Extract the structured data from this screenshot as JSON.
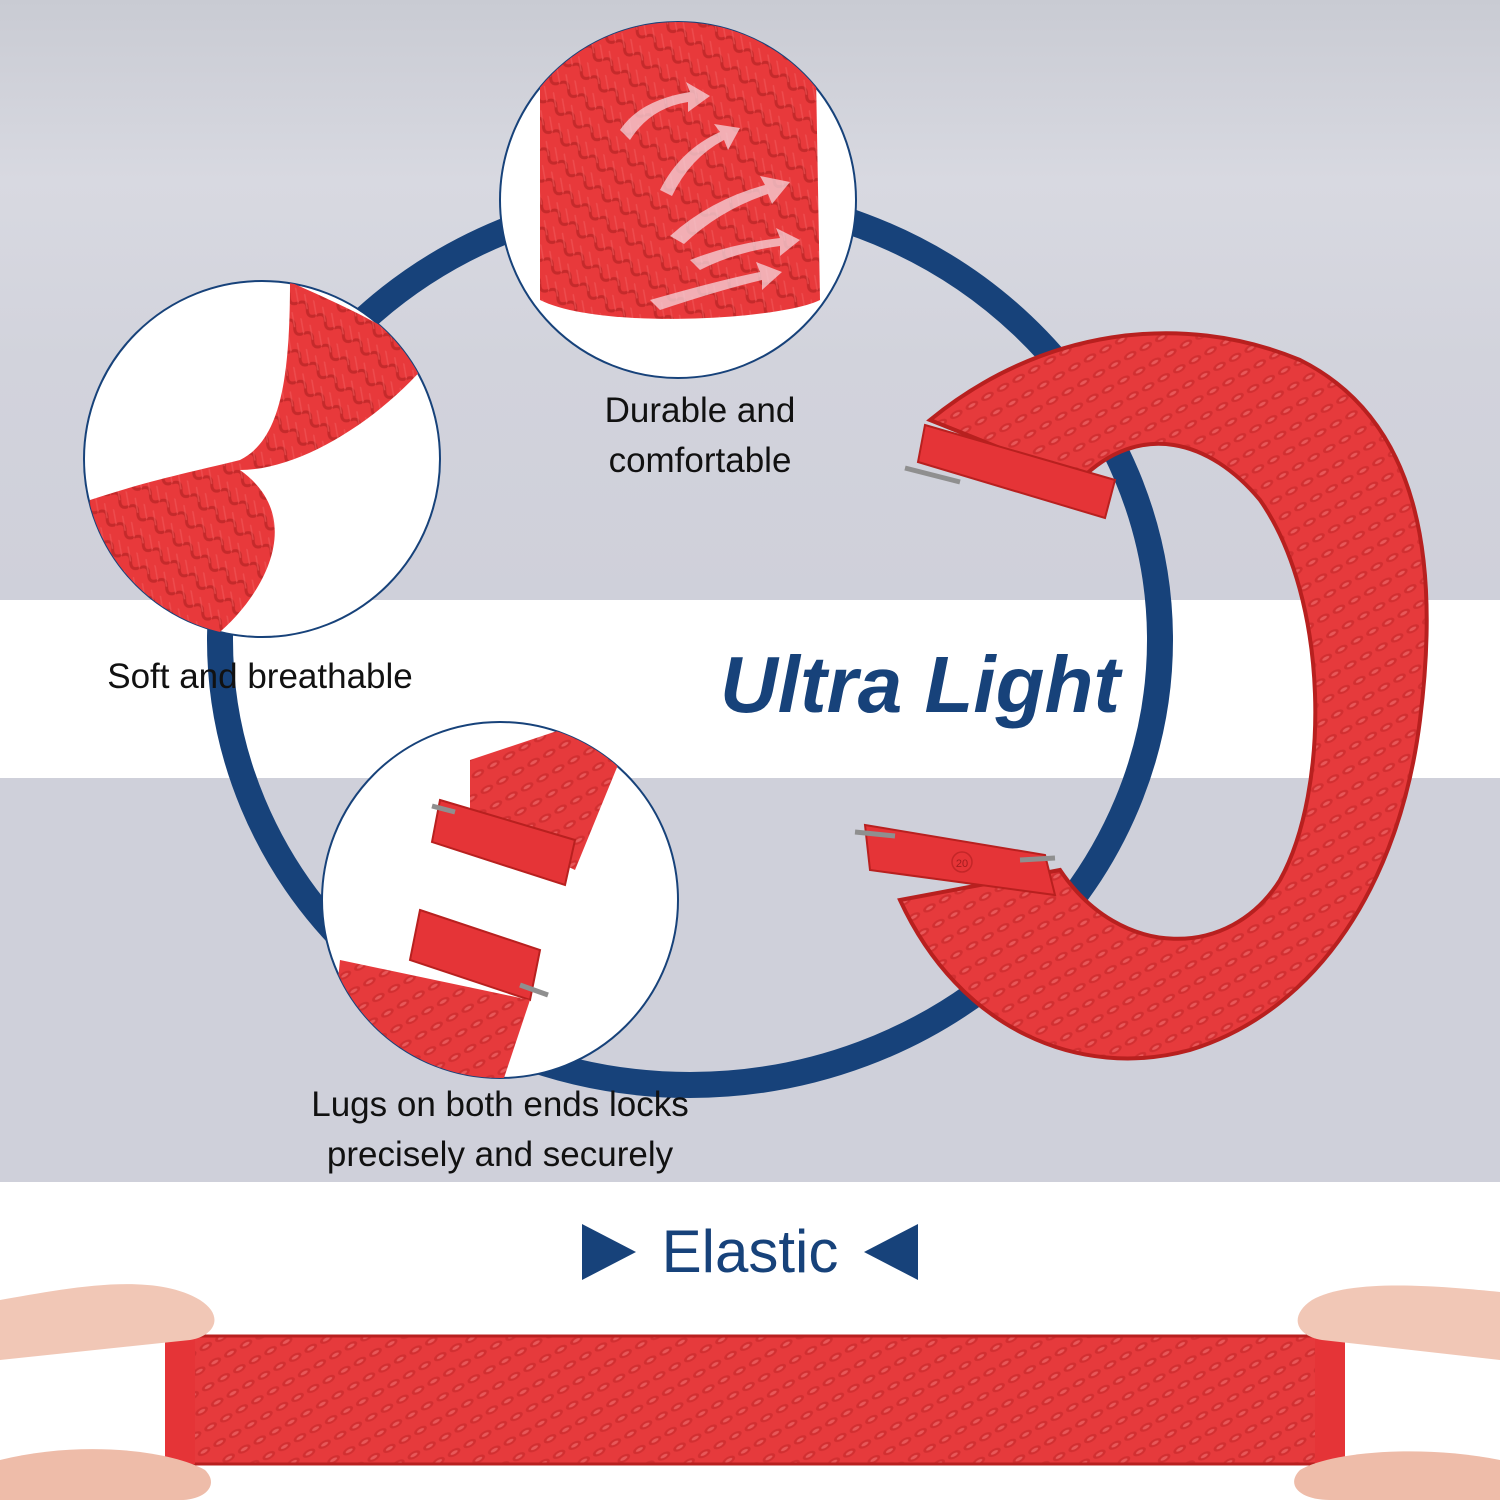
{
  "headline": "Ultra Light",
  "features": {
    "durable": [
      "Durable and",
      "comfortable"
    ],
    "soft": "Soft and breathable",
    "lugs": [
      "Lugs on both ends locks",
      "precisely and securely"
    ]
  },
  "elastic": {
    "label": "Elastic",
    "left_marker": "triangle-right-icon",
    "right_marker": "triangle-left-icon"
  },
  "band_size_marking": "20",
  "colors": {
    "accent": "#17427a",
    "band_red": "#e8393b",
    "band_dark": "#b8201f",
    "text": "#111111"
  }
}
